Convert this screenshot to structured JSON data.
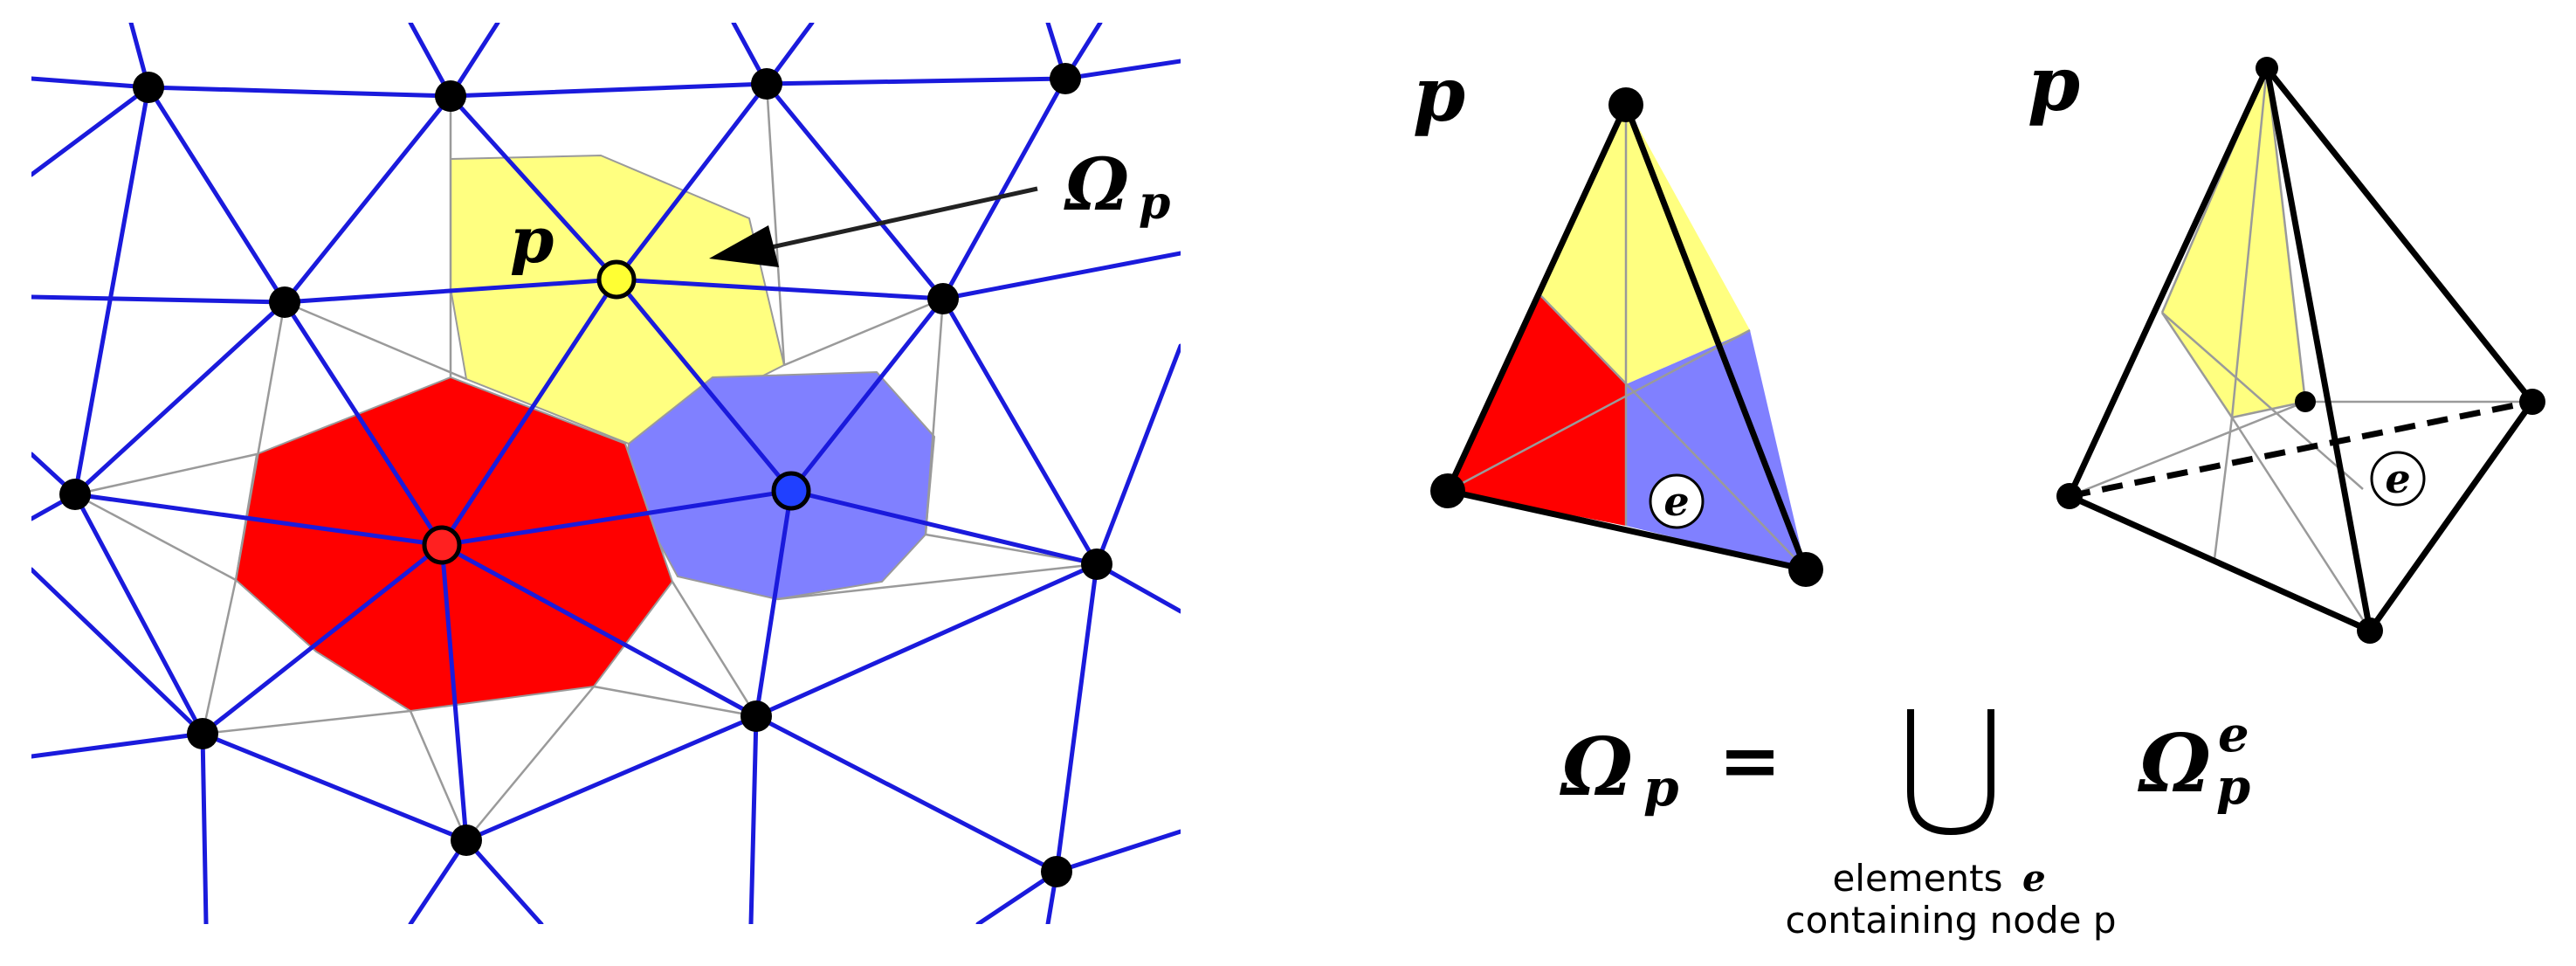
{
  "labels": {
    "node_p": "p",
    "omega": "Ω",
    "sub_p": "p",
    "sup_e": "e",
    "element_e": "e",
    "equals": "=",
    "union": "⋃",
    "caption_line1": "elements",
    "caption_line1_e": "e",
    "caption_line2": "containing node p"
  },
  "colors": {
    "mesh_edge": "#1a1adc",
    "dual_edge": "#9a9a9a",
    "patch_yellow": "#ffff80",
    "patch_red": "#ff0000",
    "patch_blue": "#8080ff",
    "node_black": "#000000",
    "node_yellow": "#ffff33",
    "node_red": "#ff2020",
    "node_blue": "#2040ff"
  }
}
